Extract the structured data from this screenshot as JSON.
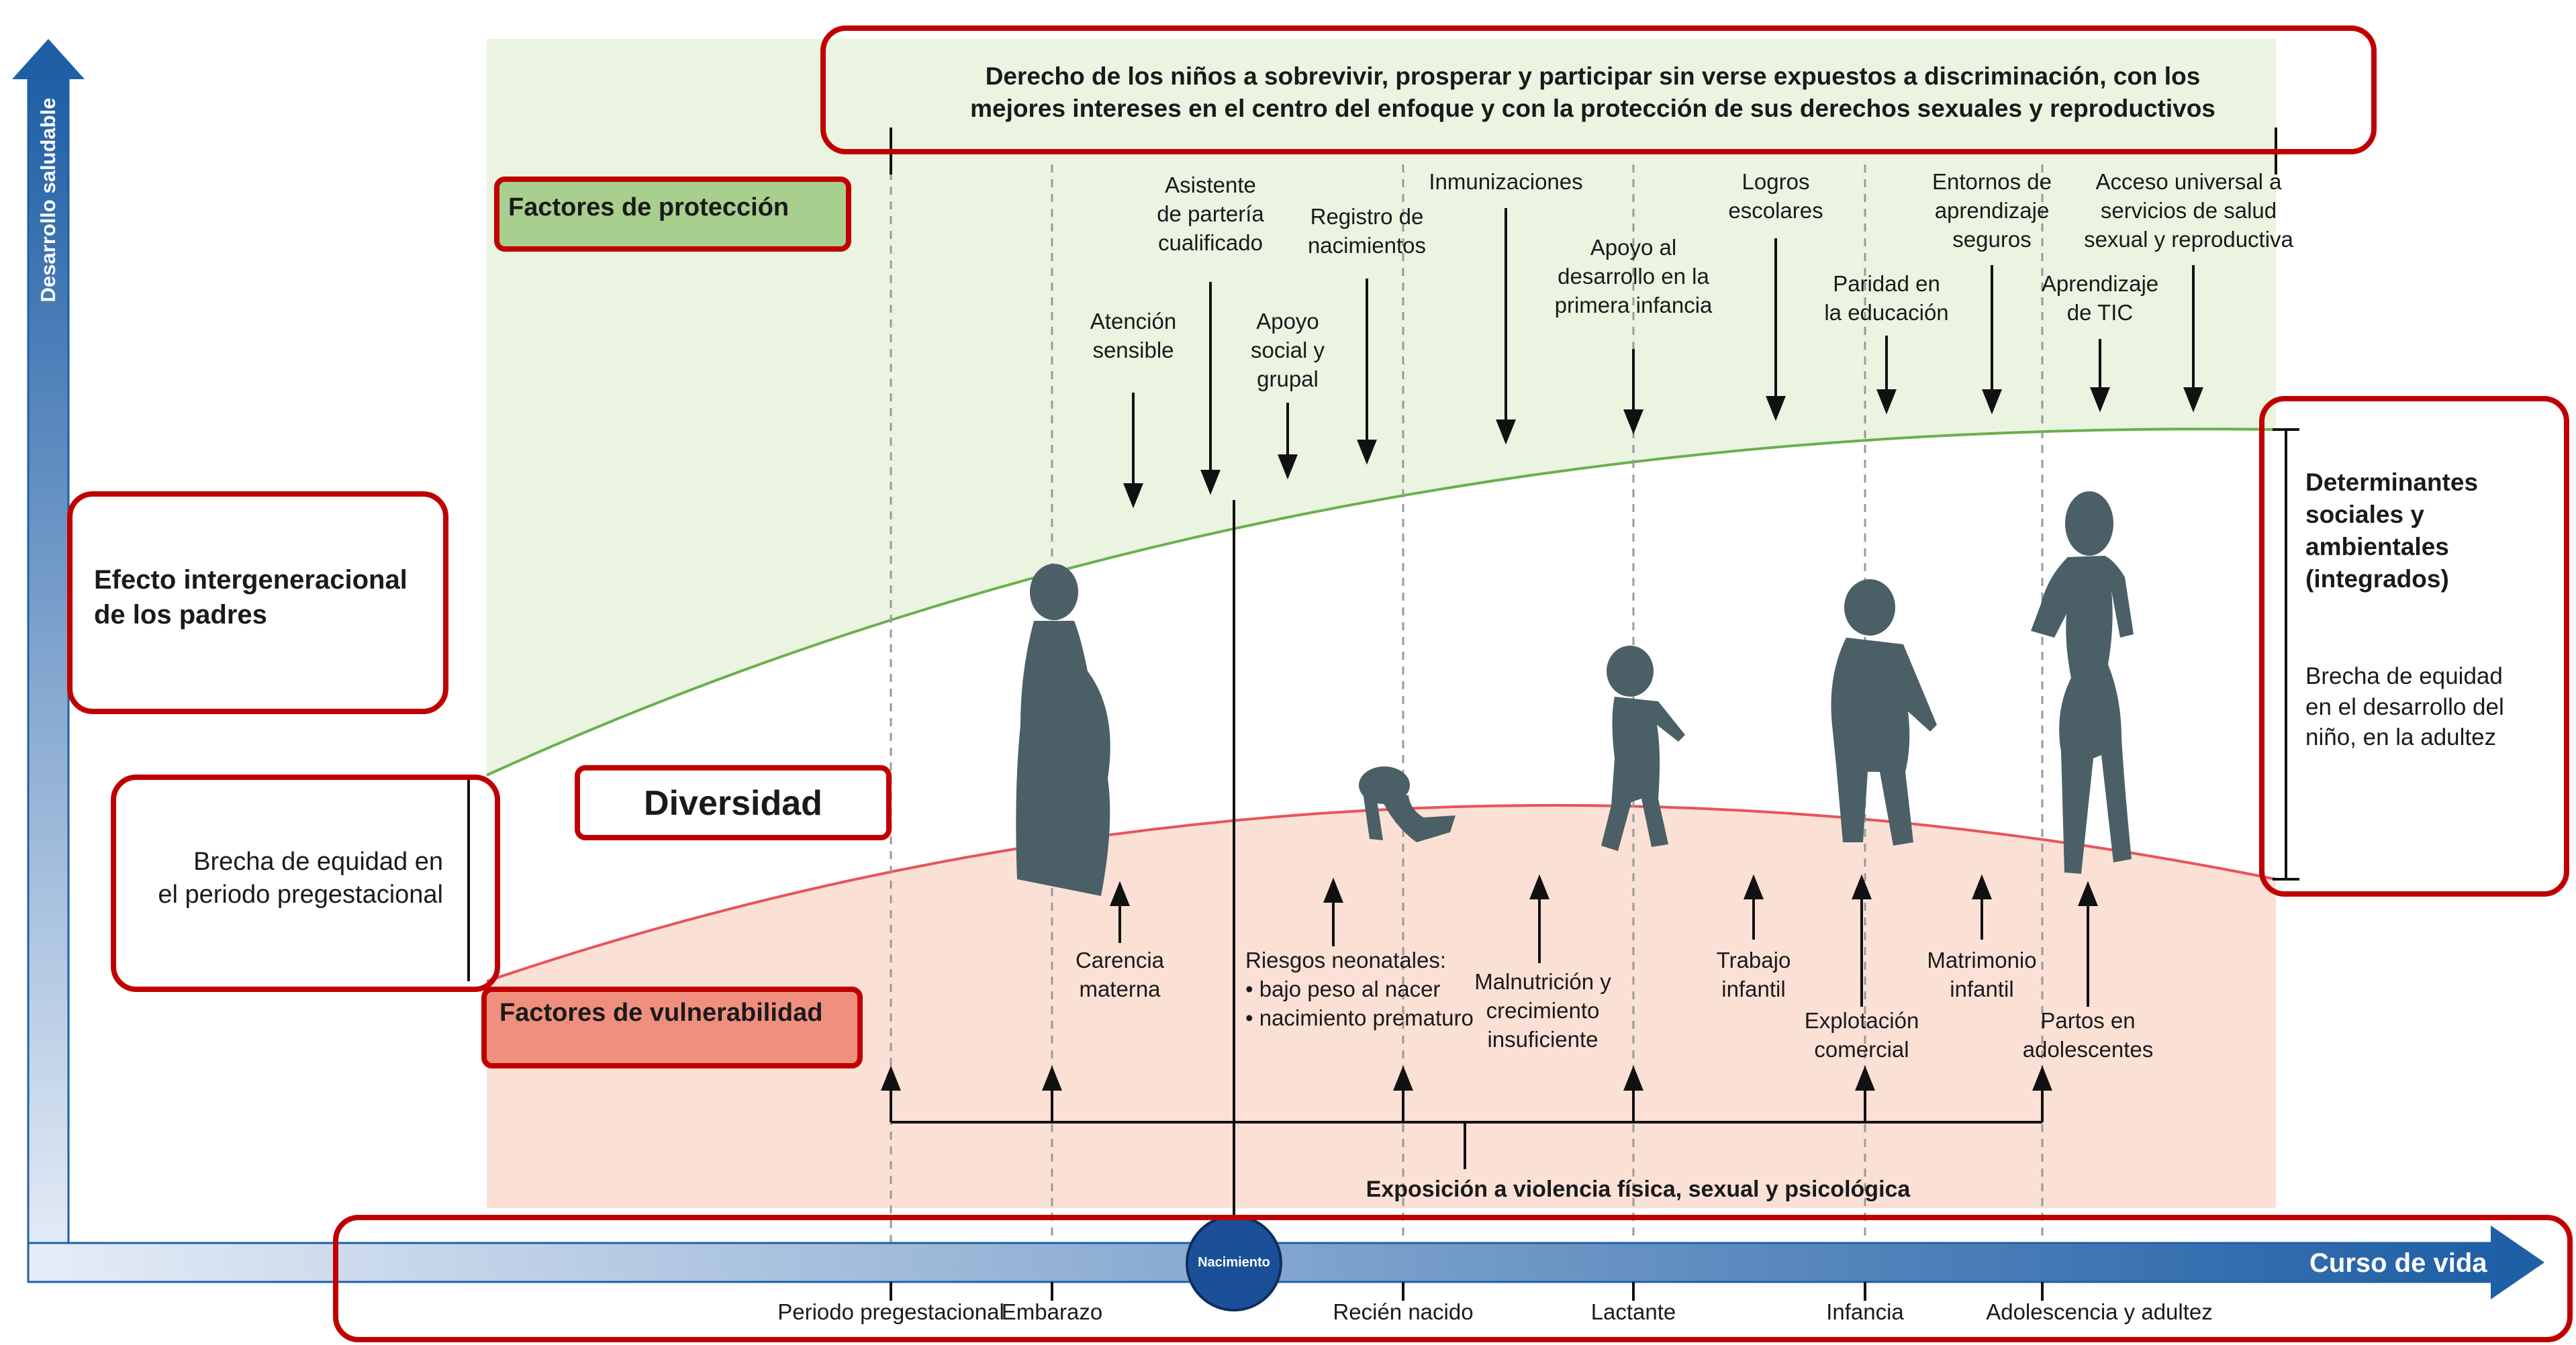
{
  "axes": {
    "y_label": "Desarrollo saludable",
    "x_label": "Curso de vida",
    "birth_label": "Nacimiento"
  },
  "header_text": "Derecho de los niños a sobrevivir, prosperar y participar sin verse expuestos a discriminación, con los\nmejores intereses en el centro del enfoque y con la protección de sus derechos sexuales y reproductivos",
  "zones": {
    "protection_label": "Factores de protección",
    "vulnerability_label": "Factores de vulnerabilidad",
    "diversity_label": "Diversidad"
  },
  "left_notes": {
    "intergenerational": "Efecto intergeneracional\nde los padres",
    "preconception_gap": "Brecha de equidad en\nel periodo pregestacional"
  },
  "right_notes": {
    "determinants": "Determinantes\nsociales y\nambientales\n(integrados)",
    "equity_gap": "Brecha de equidad\nen el desarrollo del\nniño, en la adultez"
  },
  "protective_factors": [
    "Atención\nsensible",
    "Asistente\nde partería\ncualificado",
    "Apoyo\nsocial y\ngrupal",
    "Registro de\nnacimientos",
    "Inmunizaciones",
    "Apoyo al\ndesarrollo en la\nprimera infancia",
    "Logros\nescolares",
    "Paridad en\nla educación",
    "Entornos de\naprendizaje\nseguros",
    "Aprendizaje\nde TIC",
    "Acceso universal a\nservicios de salud\nsexual y reproductiva"
  ],
  "vulnerability_factors": [
    "Carencia\nmaterna",
    "Riesgos neonatales:\n• bajo peso al nacer\n• nacimiento prematuro",
    "Malnutrición y\ncrecimiento\ninsuficiente",
    "Trabajo\ninfantil",
    "Explotación\ncomercial",
    "Matrimonio\ninfantil",
    "Partos en\nadolescentes"
  ],
  "violence_label": "Exposición a violencia física, sexual y psicológica",
  "life_stages": [
    "Periodo pregestacional",
    "Embarazo",
    "Recién nacido",
    "Lactante",
    "Infancia",
    "Adolescencia y adultez"
  ],
  "colors": {
    "protection_bg": "#eaf4e1",
    "vulnerability_bg": "#fbe0d6",
    "protection_curve": "#6ab04c",
    "vulnerability_curve": "#e8545a",
    "axis_blue": "#1f5fa6",
    "highlight_red": "#c00000",
    "silhouette": "#4b5f66"
  }
}
